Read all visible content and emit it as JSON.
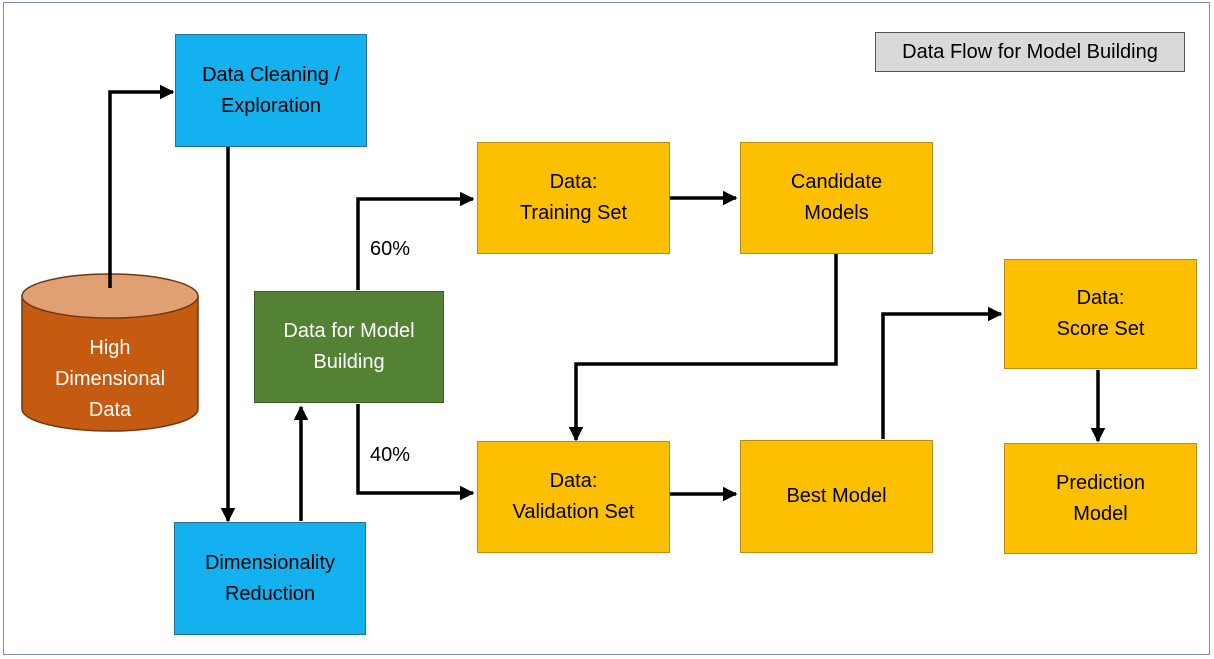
{
  "title": "Data Flow for Model Building",
  "colors": {
    "blue": "#13b1ef",
    "gold": "#fdc000",
    "green": "#548235",
    "cylinder": "#c55a11",
    "cylinder_top": "#e0a073",
    "title_box": "#d9d9d9"
  },
  "nodes": {
    "high_dimensional": "High\nDimensional\nData",
    "cleaning": "Data Cleaning /\nExploration",
    "dimensionality": "Dimensionality\nReduction",
    "model_building": "Data for Model\nBuilding",
    "training": "Data:\nTraining Set",
    "candidate": "Candidate\nModels",
    "validation": "Data:\nValidation Set",
    "best": "Best Model",
    "score": "Data:\nScore Set",
    "prediction": "Prediction\nModel"
  },
  "splits": {
    "training_pct": "60%",
    "validation_pct": "40%"
  }
}
